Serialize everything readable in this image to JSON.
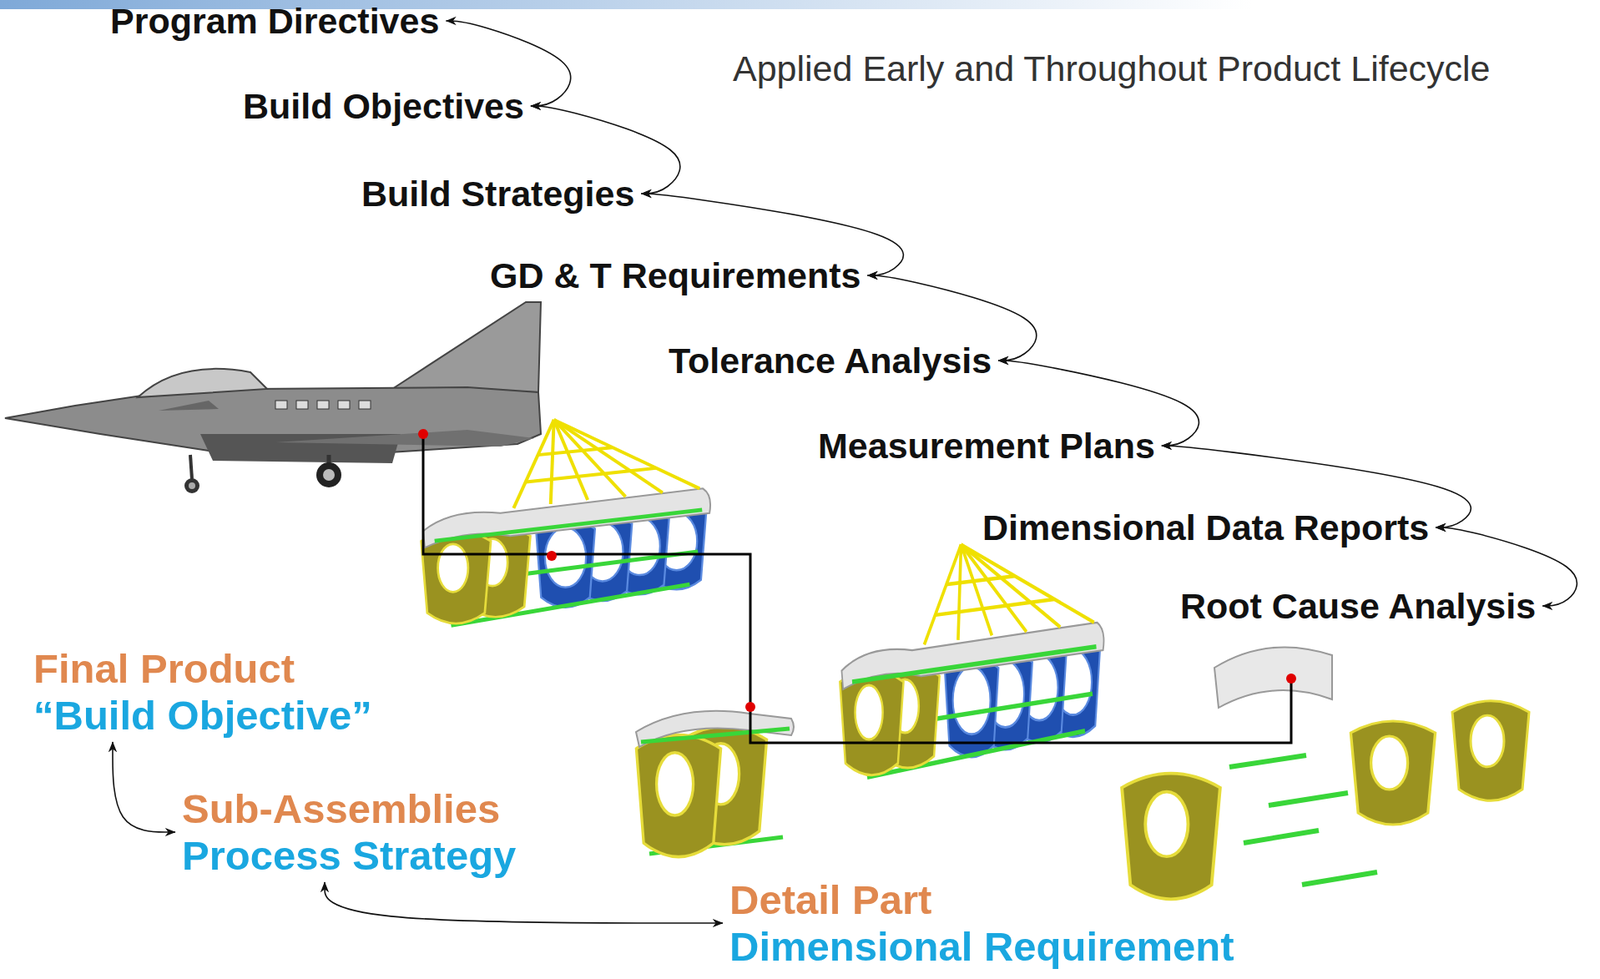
{
  "diagram": {
    "nodes": [
      {
        "text": [
          "Program Directives"
        ]
      },
      {
        "text": [
          "Build Objectives"
        ]
      },
      {
        "text": [
          "Build Strategies"
        ]
      },
      {
        "text": [
          "GD & T Requirements"
        ]
      },
      {
        "text": [
          "Tolerance Analysis"
        ]
      },
      {
        "text": [
          "Measurement Plans"
        ]
      },
      {
        "text": [
          "Dimensional Data Reports"
        ]
      },
      {
        "text": [
          "Root Cause Analysis"
        ]
      },
      {
        "text": [
          "Final Product",
          "“Build Objective”"
        ]
      },
      {
        "text": [
          "Sub-Assemblies",
          "Process Strategy"
        ]
      },
      {
        "text": [
          "Detail Part",
          "Dimensional Requirement"
        ]
      }
    ],
    "edges": [
      {
        "from": 0,
        "to": 1,
        "arrow": "both"
      },
      {
        "from": 1,
        "to": 2,
        "arrow": "both"
      },
      {
        "from": 2,
        "to": 3,
        "arrow": "both"
      },
      {
        "from": 3,
        "to": 4,
        "arrow": "both"
      },
      {
        "from": 4,
        "to": 5,
        "arrow": "both"
      },
      {
        "from": 5,
        "to": 6,
        "arrow": "both"
      },
      {
        "from": 6,
        "to": 7,
        "arrow": "both"
      },
      {
        "from": 8,
        "to": 9,
        "arrow": "both"
      },
      {
        "from": 9,
        "to": 10,
        "arrow": "both"
      }
    ],
    "labels": [
      "Applied Early and Throughout Product Lifecycle"
    ]
  }
}
